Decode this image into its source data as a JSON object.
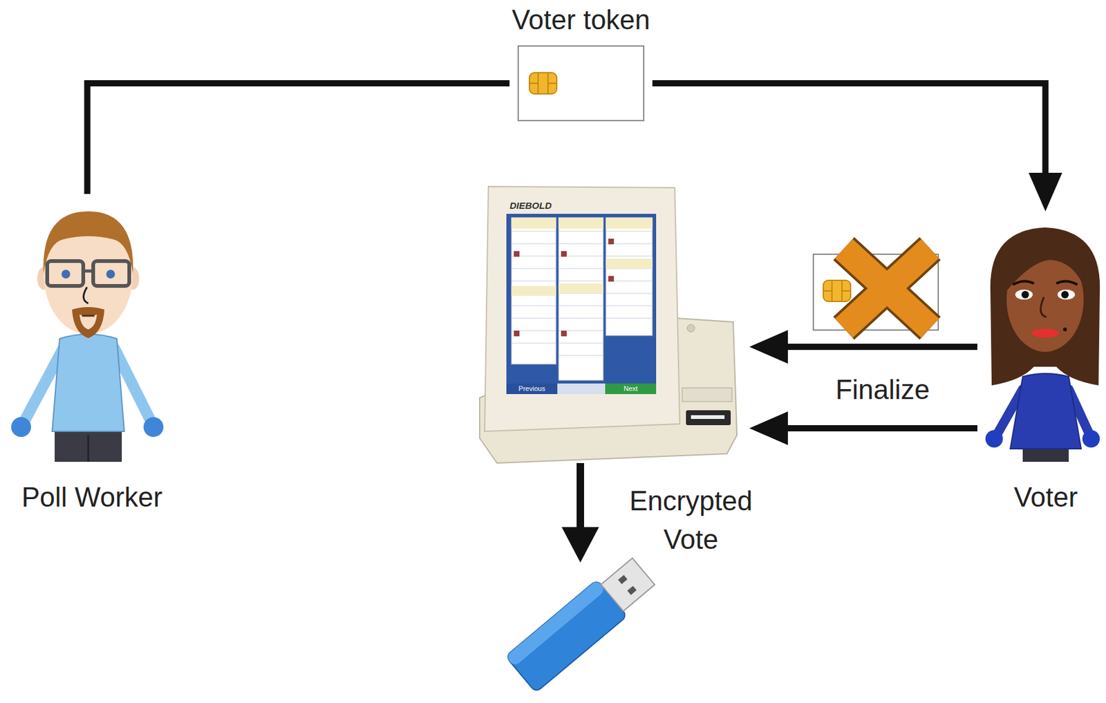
{
  "diagram": {
    "nodes": [
      {
        "text": [
          "Poll Worker"
        ]
      },
      {
        "text": [
          "Voter token"
        ]
      },
      {
        "text": [
          "DIEBOLD",
          "Previous",
          "Next"
        ]
      },
      {
        "text": [
          "Voter"
        ]
      }
    ],
    "edges": [
      {
        "from": 0,
        "to": 1,
        "arrow": "none"
      },
      {
        "from": 1,
        "to": 3,
        "arrow": "to"
      },
      {
        "from": 3,
        "to": 2,
        "arrow": "to"
      },
      {
        "from": 3,
        "to": 2,
        "arrow": "to",
        "label": "Finalize"
      }
    ],
    "labels": [
      "Encrypted Vote"
    ]
  }
}
